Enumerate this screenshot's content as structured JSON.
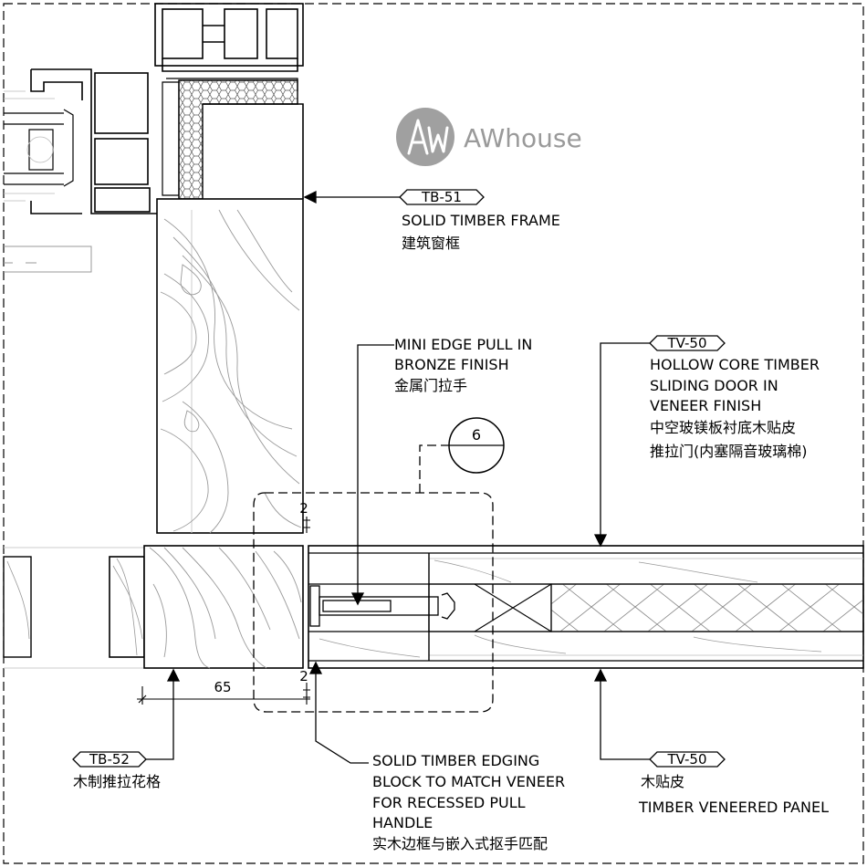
{
  "watermark": {
    "text": "AWhouse",
    "icon": "aw-logo-icon"
  },
  "detail_marker": {
    "number": "6"
  },
  "tags": {
    "tb51": "TB-51",
    "tv50_top": "TV-50",
    "tb52": "TB-52",
    "tv50_bottom": "TV-50"
  },
  "notes": {
    "tb51": [
      "SOLID TIMBER FRAME",
      "建筑窗框"
    ],
    "pull": [
      "MINI EDGE PULL IN",
      "BRONZE FINISH",
      "金属门拉手"
    ],
    "tv50_top": [
      "HOLLOW CORE TIMBER",
      "SLIDING DOOR IN",
      "VENEER FINISH",
      "中空玻镁板衬底木贴皮",
      "推拉门(内塞隔音玻璃棉)"
    ],
    "tb52": [
      "木制推拉花格"
    ],
    "edging": [
      "SOLID TIMBER EDGING",
      "BLOCK TO MATCH VENEER",
      "FOR RECESSED PULL",
      "HANDLE",
      "实木边框与嵌入式抠手匹配"
    ],
    "tv50_bottom": [
      "木贴皮",
      "TIMBER VENEERED PANEL"
    ]
  },
  "dimensions": {
    "gap_top": "2",
    "gap_bottom": "2",
    "offset": "65"
  },
  "colors": {
    "line": "#000000",
    "grain": "#9a9a9a",
    "logo": "#a0a0a0"
  }
}
